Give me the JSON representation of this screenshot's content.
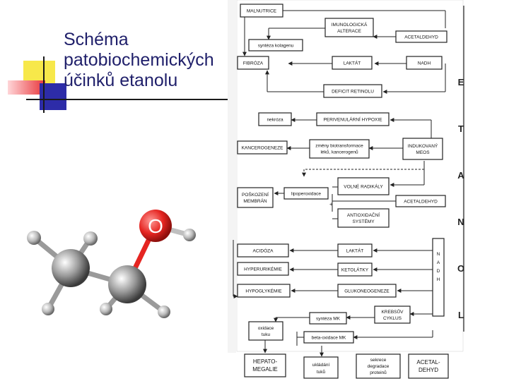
{
  "slide": {
    "title_lines": [
      "Schéma",
      "patobiochemických",
      "účinků etanolu"
    ]
  },
  "diagram": {
    "boxes": [
      {
        "id": "malnutrice",
        "text": [
          "MALNUTRICE"
        ]
      },
      {
        "id": "imunologicka",
        "text": [
          "IMUNOLOGICKÁ",
          "ALTERACE"
        ]
      },
      {
        "id": "acetaldehyd1",
        "text": [
          "ACETALDEHYD"
        ]
      },
      {
        "id": "synteza-kolagenu",
        "text": [
          "syntéza kolagenu"
        ]
      },
      {
        "id": "fibroza",
        "text": [
          "FIBRÓZA"
        ]
      },
      {
        "id": "laktat1",
        "text": [
          "LAKTÁT"
        ]
      },
      {
        "id": "nadh1",
        "text": [
          "NADH"
        ]
      },
      {
        "id": "deficit-retinolu",
        "text": [
          "DEFICIT RETINOLU"
        ]
      },
      {
        "id": "nekroza",
        "text": [
          "nekróza"
        ]
      },
      {
        "id": "perivenularni",
        "text": [
          "PERIVENULÁRNÍ HYPOXIE"
        ]
      },
      {
        "id": "kancerogeneze",
        "text": [
          "KANCEROGENEZE"
        ]
      },
      {
        "id": "zmeny-biotransformace",
        "text": [
          "změny biotransformace",
          "léků, kancerogenů"
        ]
      },
      {
        "id": "indukovany-meos",
        "text": [
          "INDUKOVANÝ",
          "MEOS"
        ]
      },
      {
        "id": "volne-radikaly",
        "text": [
          "VOLNÉ RADIKÁLY"
        ]
      },
      {
        "id": "poskozeni-membran",
        "text": [
          "POŠKOZENÍ",
          "MEMBRÁN"
        ]
      },
      {
        "id": "lipoperoxidace",
        "text": [
          "lipoperoxidace"
        ]
      },
      {
        "id": "acetaldehyd2",
        "text": [
          "ACETALDEHYD"
        ]
      },
      {
        "id": "antioxidacni",
        "text": [
          "ANTIOXIDAČNÍ",
          "SYSTÉMY"
        ]
      },
      {
        "id": "acidoza",
        "text": [
          "ACIDÓZA"
        ]
      },
      {
        "id": "hyperurikemie",
        "text": [
          "HYPERURIKÉMIE"
        ]
      },
      {
        "id": "laktat2",
        "text": [
          "LAKTÁT"
        ]
      },
      {
        "id": "ketolatky",
        "text": [
          "KETOLÁTKY"
        ]
      },
      {
        "id": "hypoglykemie",
        "text": [
          "HYPOGLYKÉMIE"
        ]
      },
      {
        "id": "glukoneogeneze",
        "text": [
          "GLUKONEOGENEZE"
        ]
      },
      {
        "id": "nadh2",
        "text": [
          "N",
          "A",
          "D",
          "H"
        ]
      },
      {
        "id": "oxidace-tuku",
        "text": [
          "oxidace",
          "tuku"
        ]
      },
      {
        "id": "synteza-mk",
        "text": [
          "syntéza MK"
        ]
      },
      {
        "id": "krebsuv",
        "text": [
          "KREBSŮV",
          "CYKLUS"
        ]
      },
      {
        "id": "beta-oxidace",
        "text": [
          "beta-oxidace MK"
        ]
      },
      {
        "id": "hepatomegalie",
        "text": [
          "HEPATO-",
          "MEGALIE"
        ]
      },
      {
        "id": "ukladani-tuku",
        "text": [
          "ukládání",
          "tuků"
        ]
      },
      {
        "id": "sekrece",
        "text": [
          "sekrece",
          "degradace",
          "proteinů"
        ]
      },
      {
        "id": "acetaldehyd3",
        "text": [
          "ACETAL-",
          "DEHYD"
        ]
      }
    ],
    "etanol_letters": [
      "E",
      "T",
      "A",
      "N",
      "O",
      "L"
    ],
    "sign_symbol": "+"
  },
  "colors": {
    "title": "#1f1f6a",
    "deco_yellow": "#f7e84a",
    "deco_red": "#e8353a",
    "deco_blue": "#2d2ca8",
    "oxygen": "#e52521",
    "carbon": "#8a8a8a",
    "hydrogen": "#b9b9b9"
  },
  "molecule": {
    "oxygen_label": "O"
  }
}
